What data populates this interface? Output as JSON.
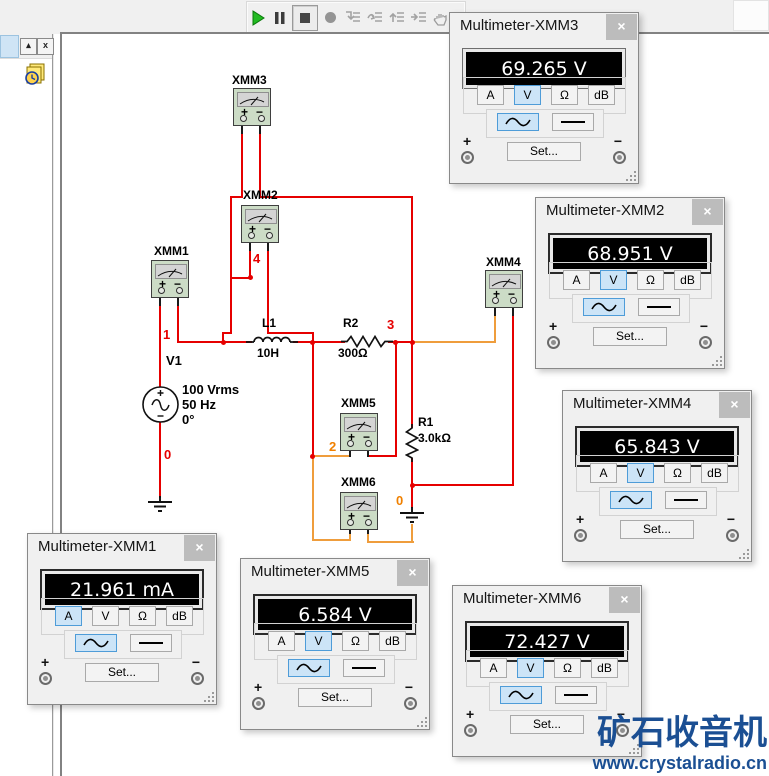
{
  "toolbar": {
    "icons": [
      "run",
      "pause",
      "stop",
      "record",
      "step-into",
      "step-over",
      "step-out",
      "run-to-cursor",
      "pan-hand"
    ]
  },
  "side_panel": {
    "collapse": "▴",
    "close": "x"
  },
  "meter_ui": {
    "btn_a": "A",
    "btn_v": "V",
    "btn_ohm": "Ω",
    "btn_db": "dB",
    "set": "Set...",
    "plus": "+",
    "minus": "−",
    "close": "×"
  },
  "multimeters": [
    {
      "title": "Multimeter-XMM1",
      "reading": "21.961 mA",
      "selected_mode": "A",
      "coupling": "AC"
    },
    {
      "title": "Multimeter-XMM2",
      "reading": "68.951 V",
      "selected_mode": "V",
      "coupling": "AC"
    },
    {
      "title": "Multimeter-XMM3",
      "reading": "69.265 V",
      "selected_mode": "V",
      "coupling": "AC"
    },
    {
      "title": "Multimeter-XMM4",
      "reading": "65.843 V",
      "selected_mode": "V",
      "coupling": "AC"
    },
    {
      "title": "Multimeter-XMM5",
      "reading": "6.584 V",
      "selected_mode": "V",
      "coupling": "AC"
    },
    {
      "title": "Multimeter-XMM6",
      "reading": "72.427 V",
      "selected_mode": "V",
      "coupling": "AC"
    }
  ],
  "circuit": {
    "meters": [
      "XMM1",
      "XMM2",
      "XMM3",
      "XMM4",
      "XMM5",
      "XMM6"
    ],
    "sym_plus": "+",
    "sym_minus": "−",
    "v1": {
      "ref": "V1",
      "line1": "100 Vrms",
      "line2": "50 Hz",
      "line3": "0°"
    },
    "l1": {
      "ref": "L1",
      "value": "10H"
    },
    "r2": {
      "ref": "R2",
      "value": "300Ω"
    },
    "r1": {
      "ref": "R1",
      "value": "3.0kΩ"
    },
    "nets": {
      "n1": "1",
      "n4": "4",
      "n3": "3",
      "n2": "2",
      "n0_source": "0",
      "n0_load": "0"
    },
    "wire_colors": {
      "default": "#e60000",
      "alt": "#ef9d3c"
    }
  },
  "watermark": {
    "title": "矿石收音机",
    "url": "www.crystalradio.cn"
  }
}
